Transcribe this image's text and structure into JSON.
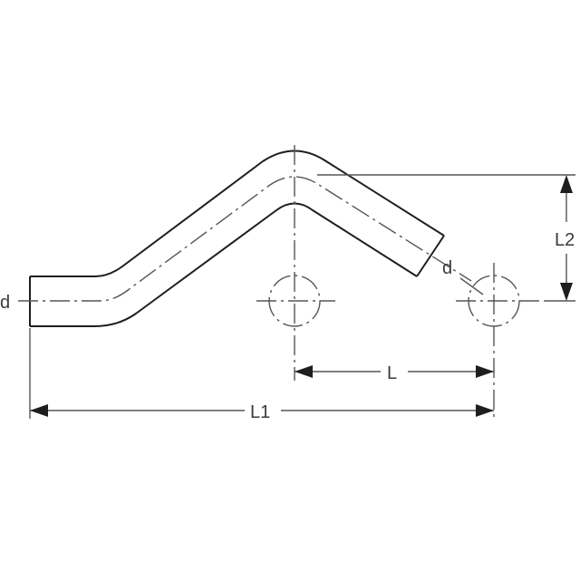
{
  "diagram": {
    "type": "technical-drawing",
    "subject": "offset pipe bend (S-bend with 45° upward and downward legs)",
    "labels": {
      "d_left": "d",
      "d_right": "d",
      "L": "L",
      "L1": "L1",
      "L2": "L2"
    },
    "colors": {
      "outline": "#1e1e1e",
      "centerline": "#555555",
      "background": "#ffffff"
    }
  }
}
